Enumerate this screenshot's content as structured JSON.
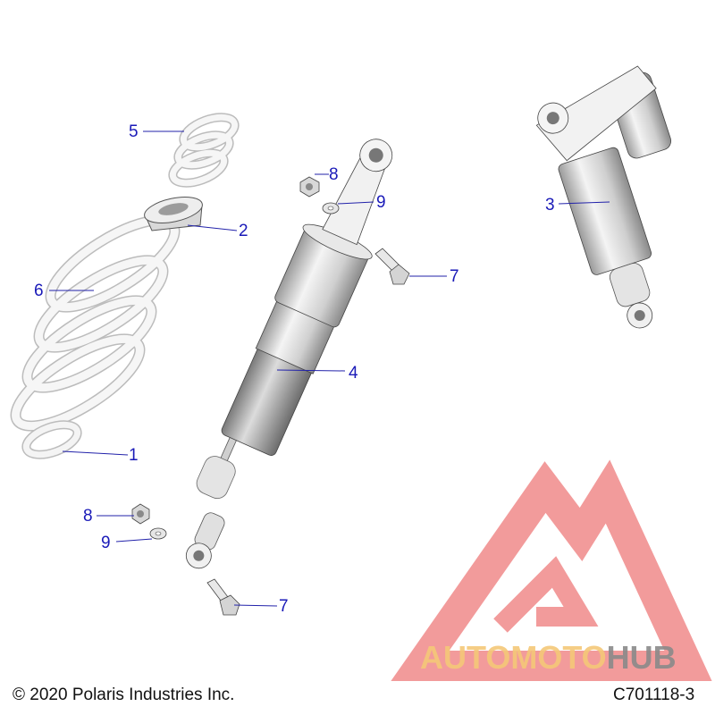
{
  "callouts": {
    "c1": "1",
    "c2": "2",
    "c3": "3",
    "c4": "4",
    "c5": "5",
    "c6": "6",
    "c7a": "7",
    "c7b": "7",
    "c8a": "8",
    "c8b": "8",
    "c9a": "9",
    "c9b": "9"
  },
  "footer": {
    "copyright": "© 2020 Polaris Industries Inc.",
    "diagram_code": "C701118-3"
  },
  "watermark": {
    "text": "AUTOMOTOHUB",
    "colors": {
      "auto_moto": "#f5c878",
      "hub": "#8a8a8a",
      "logo": "#f08a8a"
    }
  },
  "colors": {
    "leader_line": "#2222aa",
    "callout_text": "#1a1ab8",
    "part_outline": "#3a3a3a",
    "part_fill": "#e8e8e8"
  }
}
